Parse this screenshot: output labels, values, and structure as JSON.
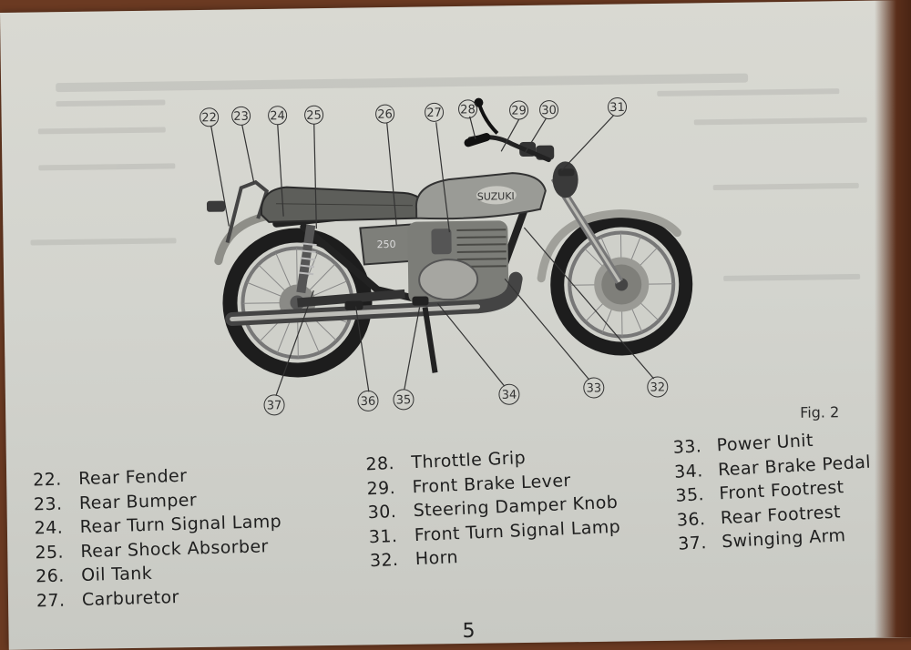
{
  "figure": {
    "caption": "Fig. 2",
    "callouts": [
      "22",
      "23",
      "24",
      "25",
      "26",
      "27",
      "28",
      "29",
      "30",
      "31",
      "32",
      "33",
      "34",
      "35",
      "36",
      "37"
    ],
    "tank_brand": "SUZUKI"
  },
  "legend": {
    "column1": [
      {
        "num": "22.",
        "label": "Rear Fender"
      },
      {
        "num": "23.",
        "label": "Rear Bumper"
      },
      {
        "num": "24.",
        "label": "Rear Turn Signal Lamp"
      },
      {
        "num": "25.",
        "label": "Rear Shock Absorber"
      },
      {
        "num": "26.",
        "label": "Oil Tank"
      },
      {
        "num": "27.",
        "label": "Carburetor"
      }
    ],
    "column2": [
      {
        "num": "28.",
        "label": "Throttle Grip"
      },
      {
        "num": "29.",
        "label": "Front Brake Lever"
      },
      {
        "num": "30.",
        "label": "Steering Damper Knob"
      },
      {
        "num": "31.",
        "label": "Front Turn Signal Lamp"
      },
      {
        "num": "32.",
        "label": "Horn"
      }
    ],
    "column3": [
      {
        "num": "33.",
        "label": "Power Unit"
      },
      {
        "num": "34.",
        "label": "Rear Brake Pedal"
      },
      {
        "num": "35.",
        "label": "Front Footrest"
      },
      {
        "num": "36.",
        "label": "Rear Footrest"
      },
      {
        "num": "37.",
        "label": "Swinging Arm"
      }
    ]
  },
  "page_number": "5"
}
